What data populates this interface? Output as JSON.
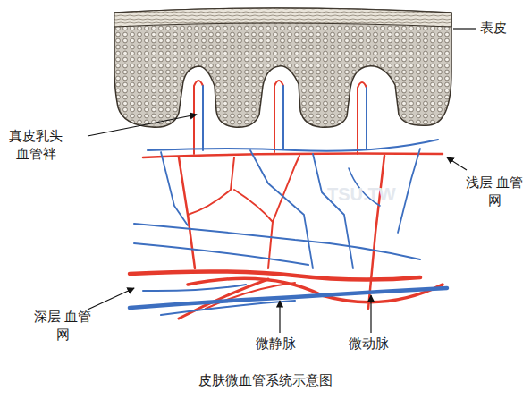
{
  "diagram": {
    "caption": "皮肤微血管系统示意图",
    "labels": [
      "表皮",
      "真皮乳头 血管袢",
      "浅层 血管网",
      "深层 血管网",
      "微静脉",
      "微动脉",
      "TSU.TW"
    ]
  }
}
